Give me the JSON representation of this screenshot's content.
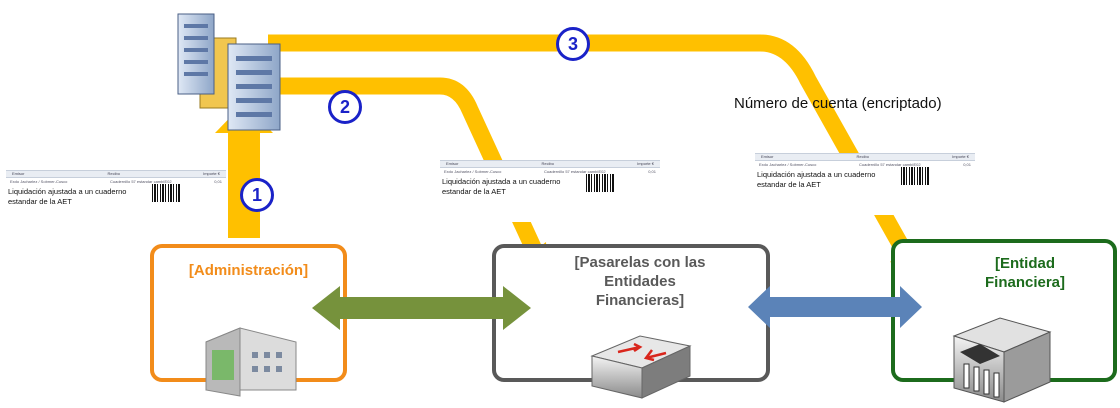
{
  "boxes": {
    "administracion": {
      "label": "[Administración]",
      "color": "#f28c1a"
    },
    "pasarelas": {
      "label_lines": [
        "[Pasarelas con las",
        "Entidades",
        "Financieras]"
      ],
      "color": "#595959"
    },
    "entidad": {
      "label_lines": [
        "[Entidad",
        "Financiera]"
      ],
      "color": "#1c6b1c"
    }
  },
  "steps": [
    "1",
    "2",
    "3"
  ],
  "annotation": "Número de cuenta (encriptado)",
  "document": {
    "headers": [
      "Emisor",
      "Recibo",
      "Importe €"
    ],
    "row": [
      "Exdo Jacharlez / Sobmer-Cusco",
      "Cuadernillo 57 estandar cambIE02",
      "0,01"
    ],
    "text_line1": "Liquidación ajustada a un cuaderno",
    "text_line2": "estandar de la AET"
  },
  "icons": [
    "server-icon",
    "building-icon",
    "router-icon",
    "bank-icon"
  ],
  "colors": {
    "flow": "#ffc000",
    "connector_green": "#76923c",
    "connector_blue": "#5b83b8",
    "step": "#1a22c8"
  }
}
